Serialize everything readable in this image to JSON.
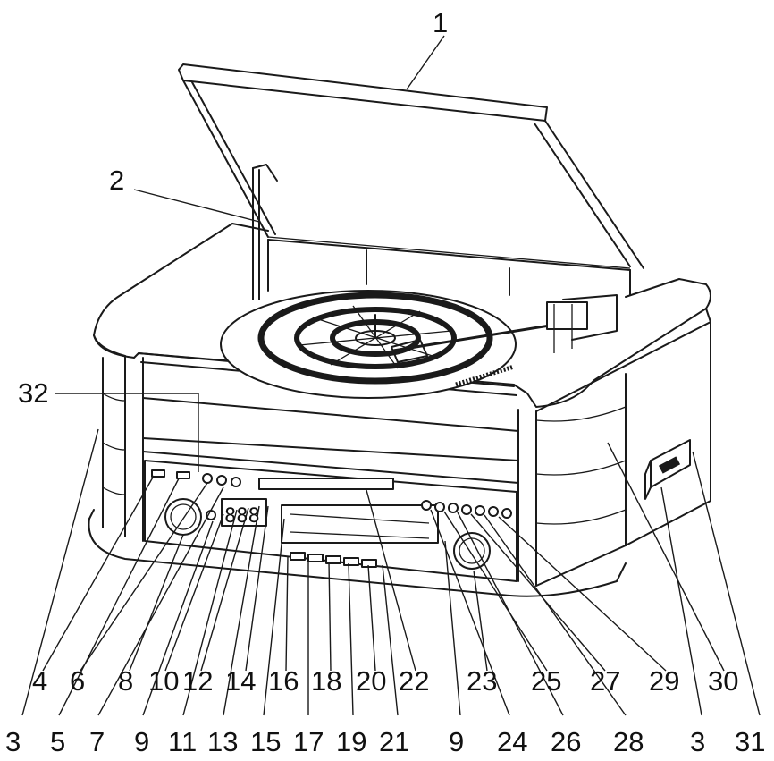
{
  "labels": {
    "l1": "1",
    "l2": "2",
    "l32": "32",
    "l4": "4",
    "l6": "6",
    "l8": "8",
    "l10": "10",
    "l12": "12",
    "l14": "14",
    "l16": "16",
    "l18": "18",
    "l20": "20",
    "l22": "22",
    "l23": "23",
    "l25": "25",
    "l27": "27",
    "l29": "29",
    "l30": "30",
    "l3a": "3",
    "l5": "5",
    "l7": "7",
    "l9a": "9",
    "l11": "11",
    "l13": "13",
    "l15": "15",
    "l17": "17",
    "l19": "19",
    "l21": "21",
    "l9b": "9",
    "l24": "24",
    "l26": "26",
    "l28": "28",
    "l3b": "3",
    "l31": "31"
  },
  "display": {
    "digits": "888"
  }
}
